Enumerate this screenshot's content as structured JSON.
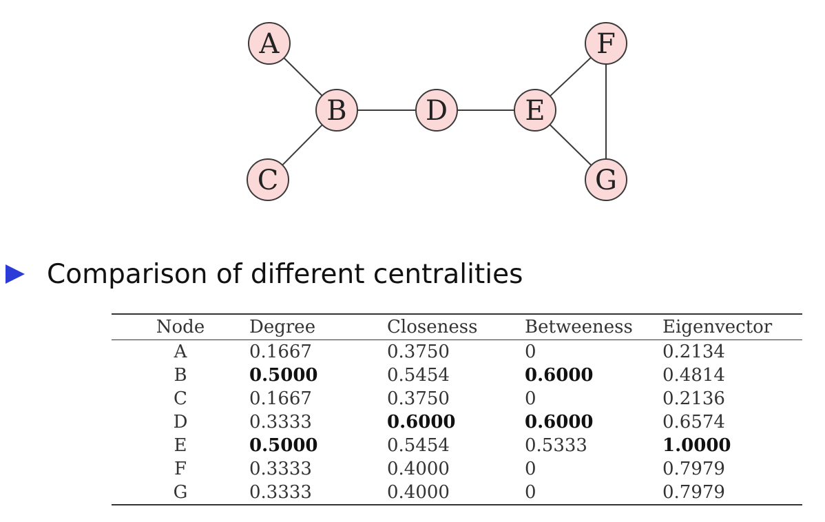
{
  "graph": {
    "nodes": [
      {
        "id": "A",
        "label": "A"
      },
      {
        "id": "B",
        "label": "B"
      },
      {
        "id": "C",
        "label": "C"
      },
      {
        "id": "D",
        "label": "D"
      },
      {
        "id": "E",
        "label": "E"
      },
      {
        "id": "F",
        "label": "F"
      },
      {
        "id": "G",
        "label": "G"
      }
    ],
    "edges": [
      [
        "A",
        "B"
      ],
      [
        "C",
        "B"
      ],
      [
        "B",
        "D"
      ],
      [
        "D",
        "E"
      ],
      [
        "E",
        "F"
      ],
      [
        "E",
        "G"
      ],
      [
        "F",
        "G"
      ]
    ],
    "node_fill": "#fbd9d8",
    "node_stroke": "#3a3a3a"
  },
  "heading": {
    "bullet_icon": "right-triangle-bullet-icon",
    "bullet_color": "#2b3bd6",
    "text": "Comparison of different centralities"
  },
  "table": {
    "headers": [
      "Node",
      "Degree",
      "Closeness",
      "Betweeness",
      "Eigenvector"
    ],
    "rows": [
      {
        "cells": [
          "A",
          "0.1667",
          "0.3750",
          "0",
          "0.2134"
        ],
        "bold": []
      },
      {
        "cells": [
          "B",
          "0.5000",
          "0.5454",
          "0.6000",
          "0.4814"
        ],
        "bold": [
          1,
          3
        ]
      },
      {
        "cells": [
          "C",
          "0.1667",
          "0.3750",
          "0",
          "0.2136"
        ],
        "bold": []
      },
      {
        "cells": [
          "D",
          "0.3333",
          "0.6000",
          "0.6000",
          "0.6574"
        ],
        "bold": [
          2,
          3
        ]
      },
      {
        "cells": [
          "E",
          "0.5000",
          "0.5454",
          "0.5333",
          "1.0000"
        ],
        "bold": [
          1,
          4
        ]
      },
      {
        "cells": [
          "F",
          "0.3333",
          "0.4000",
          "0",
          "0.7979"
        ],
        "bold": []
      },
      {
        "cells": [
          "G",
          "0.3333",
          "0.4000",
          "0",
          "0.7979"
        ],
        "bold": []
      }
    ]
  }
}
